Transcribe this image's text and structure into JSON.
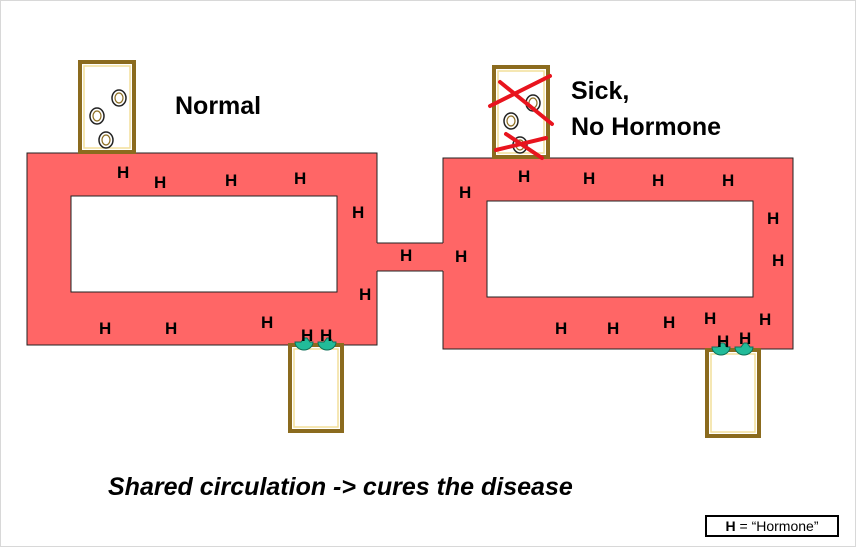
{
  "labels": {
    "normal": "Normal",
    "sick_line1": "Sick,",
    "sick_line2": "No Hormone"
  },
  "hormone_symbol": "H",
  "caption": "Shared circulation -> cures the disease",
  "legend": {
    "symbol": "H",
    "text": " = “Hormone”"
  },
  "colors": {
    "circulation": "#ff6666",
    "gland_border": "#8b6b1e",
    "receptor": "#22bb99",
    "cross": "#e8141e"
  }
}
